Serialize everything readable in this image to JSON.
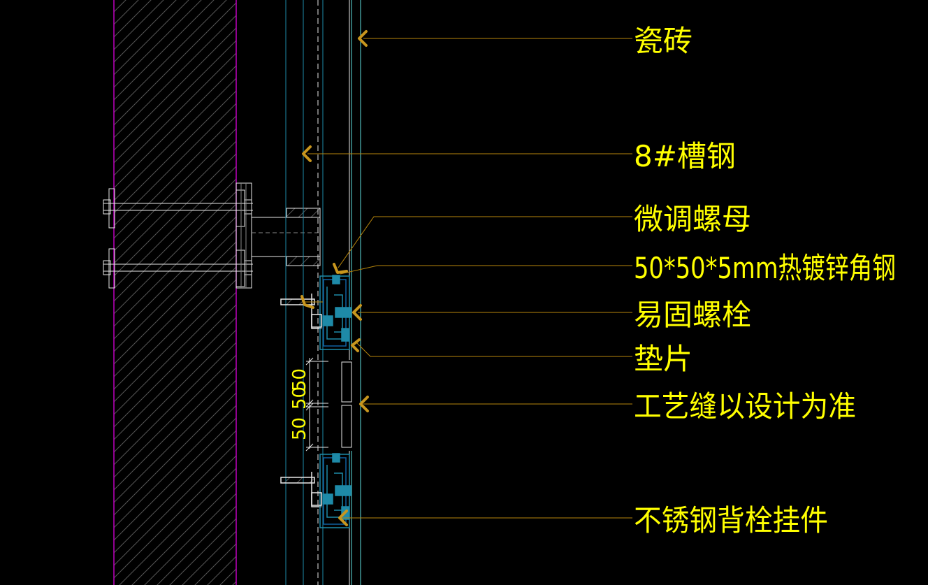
{
  "labels": {
    "tile": "瓷砖",
    "channel_steel": "8#槽钢",
    "adjust_nut": "微调螺母",
    "angle_steel": "50*50*5mm热镀锌角钢",
    "bolt": "易固螺栓",
    "washer": "垫片",
    "joint": "工艺缝以设计为准",
    "hanger": "不锈钢背栓挂件"
  },
  "dimensions": {
    "upper": "50",
    "middle": "50",
    "lower": "50"
  },
  "colors": {
    "background": "#000000",
    "text": "#ffff00",
    "leader": "#b8860b",
    "arrow": "#c8961e",
    "wall_edge": "#c000c0",
    "hatch": "#5a5a5a",
    "steel": "#1e8aa8",
    "tile_line": "#5fe0e0",
    "white": "#e8e8e8"
  }
}
